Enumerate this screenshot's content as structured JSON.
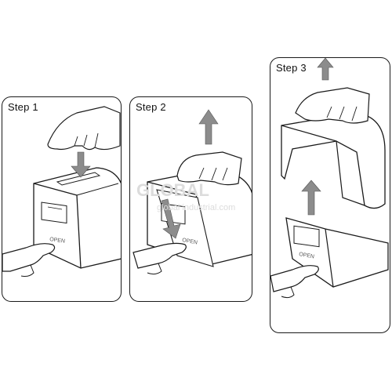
{
  "steps": [
    {
      "title": "Step 1",
      "button_label": "OPEN",
      "panel_label": "Step 1 panel"
    },
    {
      "title": "Step 2",
      "button_label": "OPEN",
      "panel_label": "Step 2 panel"
    },
    {
      "title": "Step 3",
      "button_label": "OPEN",
      "panel_label": "Step 3 panel"
    }
  ],
  "watermark": {
    "text": "GLOBAL",
    "subtext": "global industrial.com"
  },
  "colors": {
    "outline": "#1a1a1a",
    "arrow": "#8c8c8c",
    "watermark": "#dcdcdc"
  }
}
